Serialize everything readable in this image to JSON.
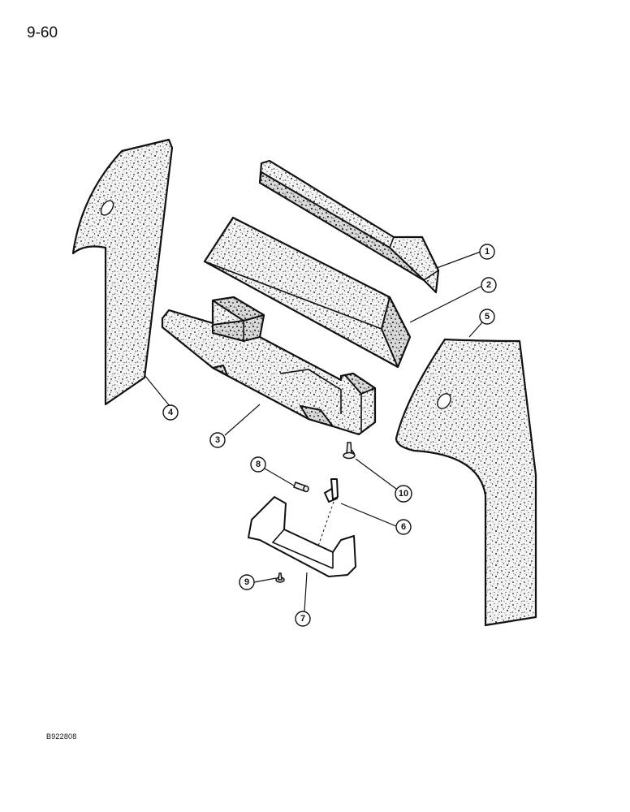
{
  "page": {
    "number": "9-60",
    "figure_code": "B922808"
  },
  "callouts": [
    {
      "id": "callout-1",
      "label": "1"
    },
    {
      "id": "callout-2",
      "label": "2"
    },
    {
      "id": "callout-3",
      "label": "3"
    },
    {
      "id": "callout-4",
      "label": "4"
    },
    {
      "id": "callout-5",
      "label": "5"
    },
    {
      "id": "callout-6",
      "label": "6"
    },
    {
      "id": "callout-7",
      "label": "7"
    },
    {
      "id": "callout-8",
      "label": "8"
    },
    {
      "id": "callout-9",
      "label": "9"
    },
    {
      "id": "callout-10",
      "label": "10"
    }
  ]
}
